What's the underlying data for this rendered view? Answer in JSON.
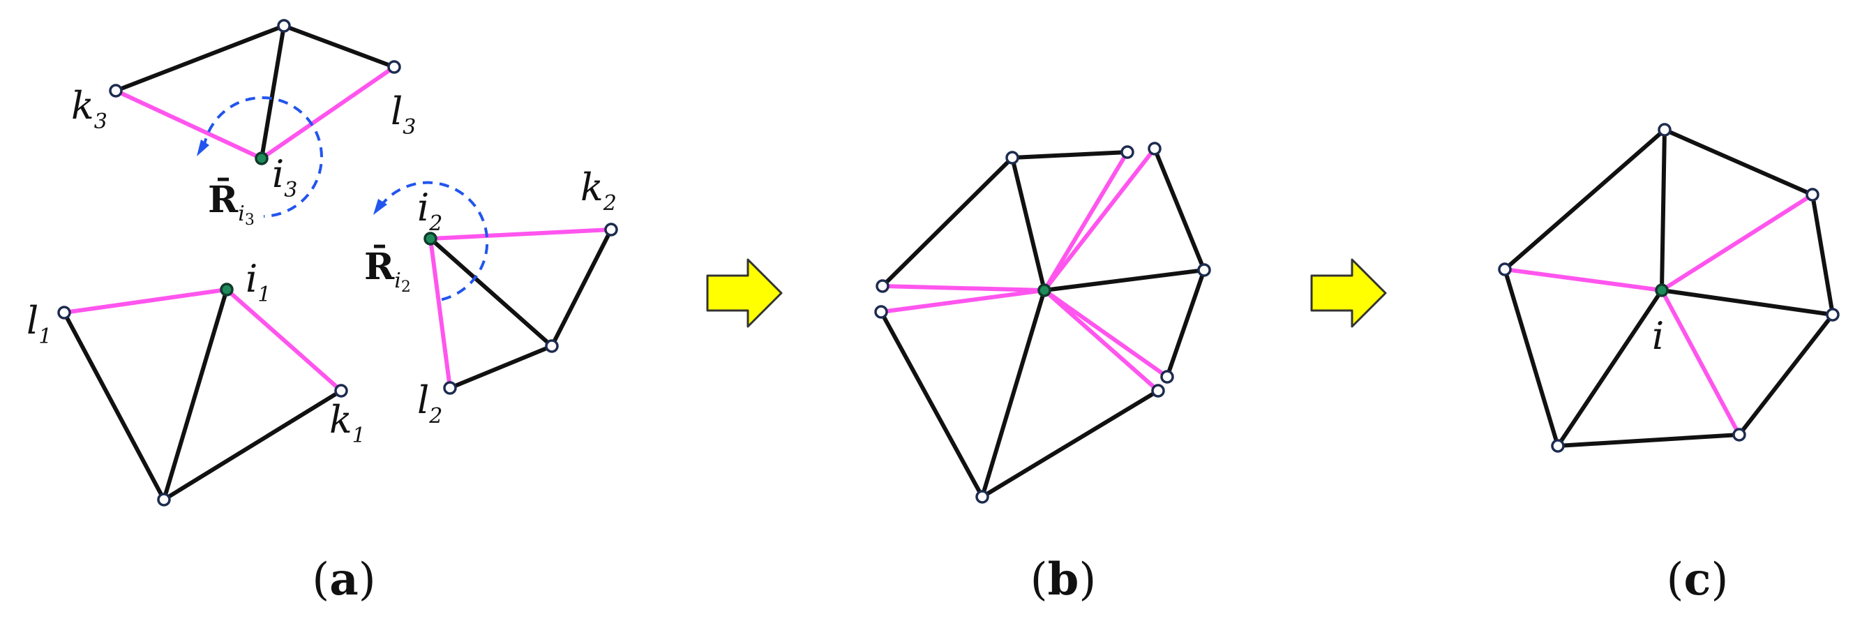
{
  "panels": {
    "a": {
      "caption_letter": "a",
      "labels": [
        {
          "id": "k3",
          "base": "k",
          "sub": "3"
        },
        {
          "id": "l3",
          "base": "l",
          "sub": "3"
        },
        {
          "id": "i3",
          "base": "i",
          "sub": "3"
        },
        {
          "id": "R3",
          "base": "R̄",
          "sub": "i",
          "subsub": "3"
        },
        {
          "id": "i2",
          "base": "i",
          "sub": "2"
        },
        {
          "id": "k2",
          "base": "k",
          "sub": "2"
        },
        {
          "id": "R2",
          "base": "R̄",
          "sub": "i",
          "subsub": "2"
        },
        {
          "id": "i1",
          "base": "i",
          "sub": "1"
        },
        {
          "id": "l1",
          "base": "l",
          "sub": "1"
        },
        {
          "id": "k1",
          "base": "k",
          "sub": "1"
        },
        {
          "id": "l2",
          "base": "l",
          "sub": "2"
        }
      ]
    },
    "b": {
      "caption_letter": "b"
    },
    "c": {
      "caption_letter": "c",
      "labels": [
        {
          "id": "i",
          "base": "i"
        }
      ]
    }
  },
  "colors": {
    "edge": "#111111",
    "highlight_edge": "#ff55ee",
    "center_node": "#1f8a5a",
    "rotation_arrow": "#2255ee",
    "transition_arrow": "#ffff00"
  }
}
